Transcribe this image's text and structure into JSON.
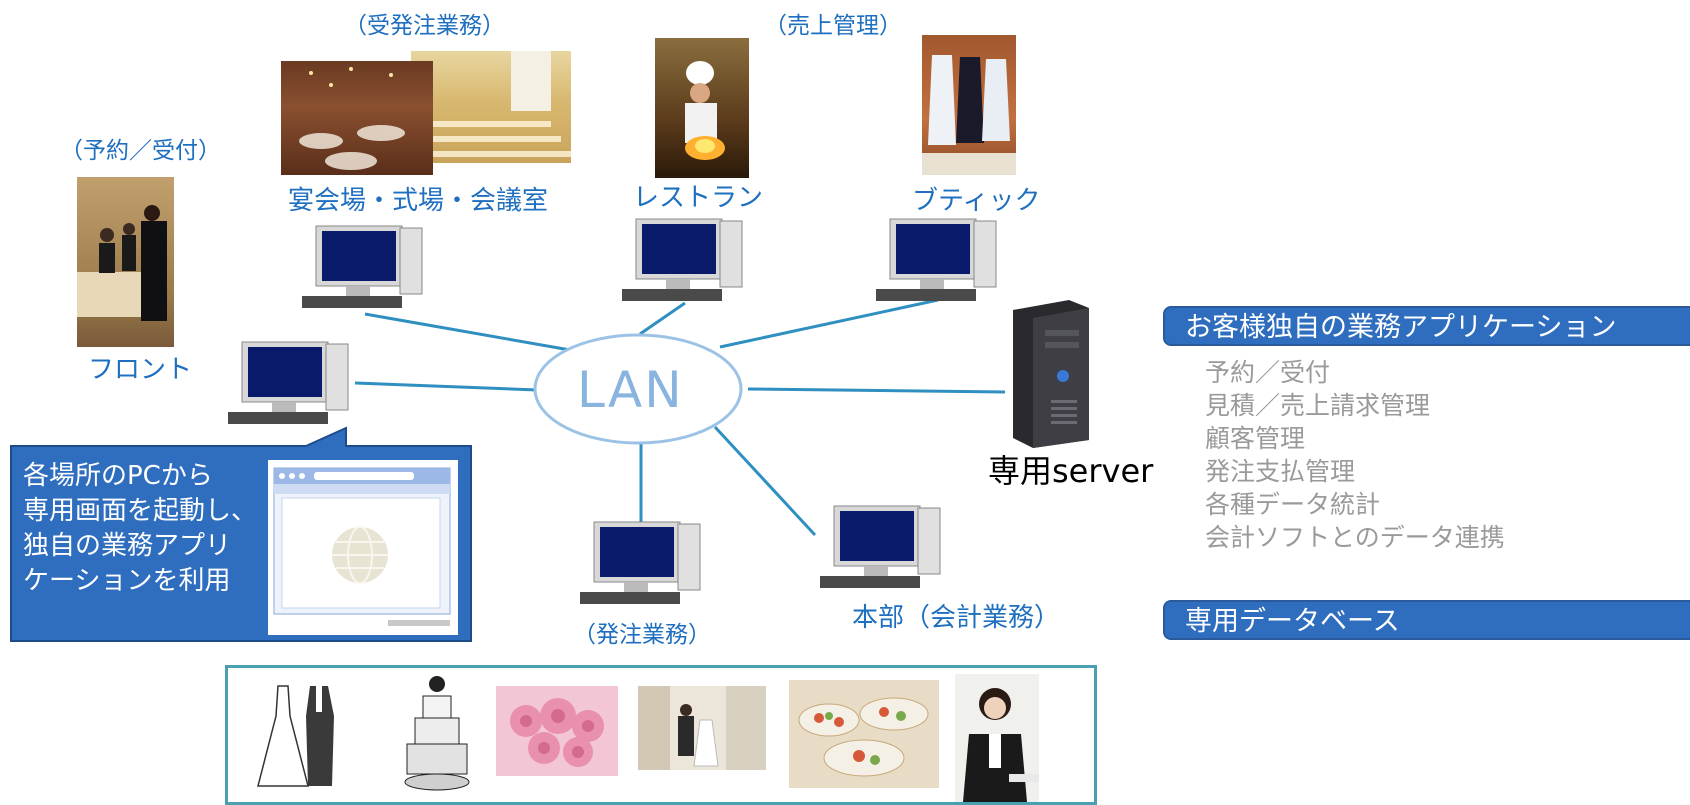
{
  "locations": {
    "front_role": "（予約／受付）",
    "front_label": "フロント",
    "banquet_role": "（受発注業務）",
    "banquet_label": "宴会場・式場・会議室",
    "restaurant_role": "（売上管理）",
    "restaurant_label": "レストラン",
    "boutique_label": "ブティック",
    "order_role": "（発注業務）",
    "hq_label": "本部（会計業務）"
  },
  "network": {
    "lan_label": "LAN",
    "server_label": "専用server"
  },
  "callout": {
    "lines": [
      "各場所のPCから",
      "専用画面を起動し、",
      "独自の業務アプリ",
      "ケーションを利用"
    ]
  },
  "apps_panel": {
    "title": "お客様独自の業務アプリケーション",
    "items": [
      "予約／受付",
      "見積／売上請求管理",
      "顧客管理",
      "発注支払管理",
      "各種データ統計",
      "会計ソフトとのデータ連携"
    ],
    "db_title": "専用データベース"
  },
  "colors": {
    "accent": "#1f6fc0",
    "line": "#2f8fc0",
    "bar": "#2f6ebf",
    "muted": "#9a9a9a"
  }
}
